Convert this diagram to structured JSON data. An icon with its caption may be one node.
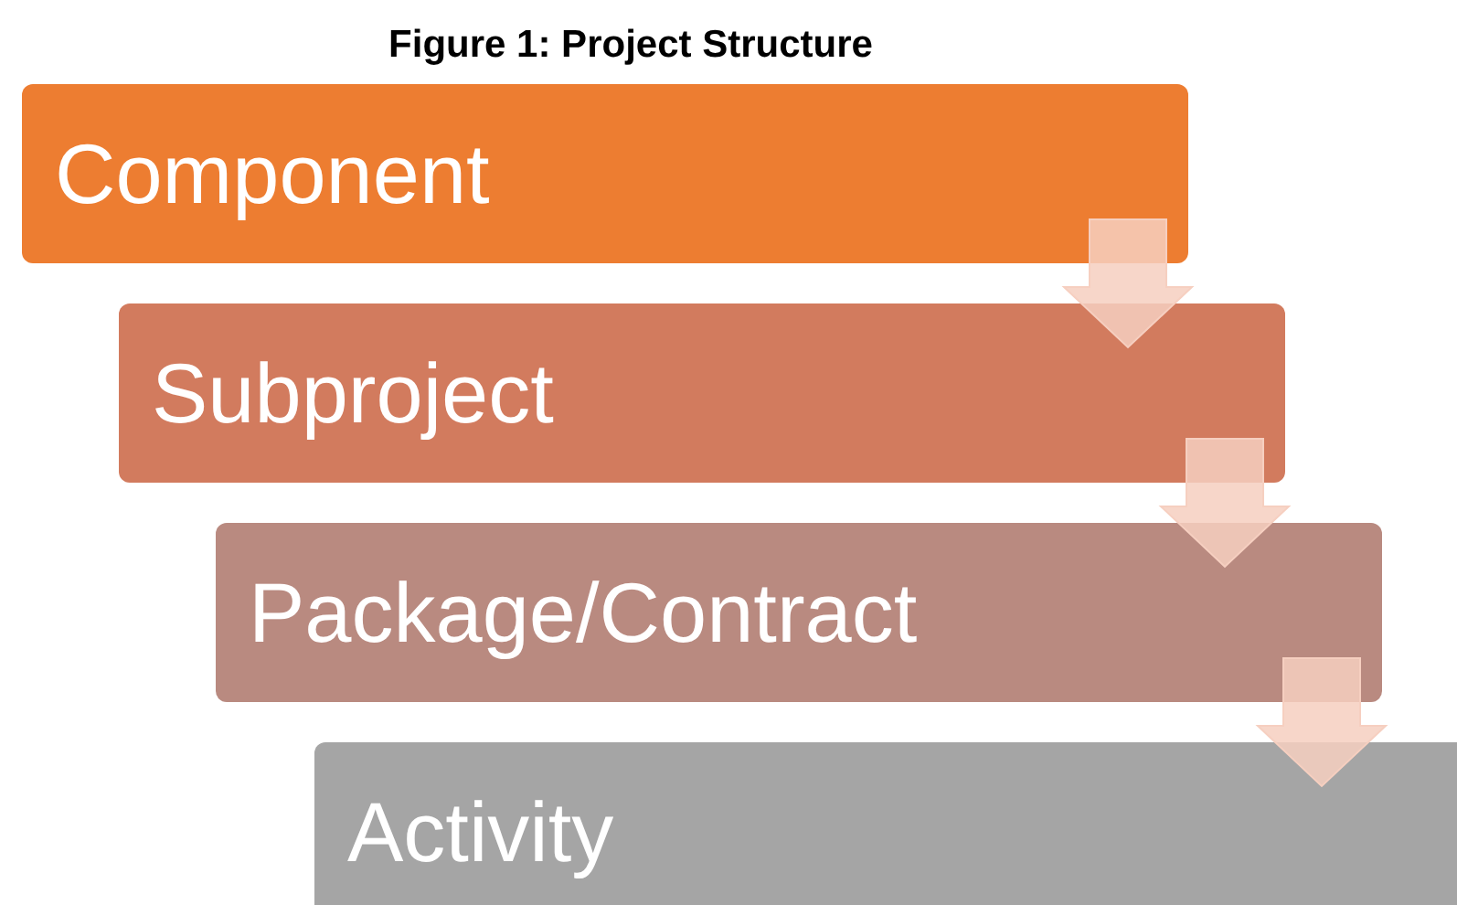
{
  "diagram": {
    "title": "Figure 1: Project Structure",
    "nodes": [
      {
        "text": [
          "Component"
        ]
      },
      {
        "text": [
          "Subproject"
        ]
      },
      {
        "text": [
          "Package/Contract"
        ]
      },
      {
        "text": [
          "Activity"
        ]
      }
    ],
    "edges": [
      {
        "from": 0,
        "to": 1,
        "arrow": "to"
      },
      {
        "from": 1,
        "to": 2,
        "arrow": "to"
      },
      {
        "from": 2,
        "to": 3,
        "arrow": "to"
      }
    ]
  }
}
